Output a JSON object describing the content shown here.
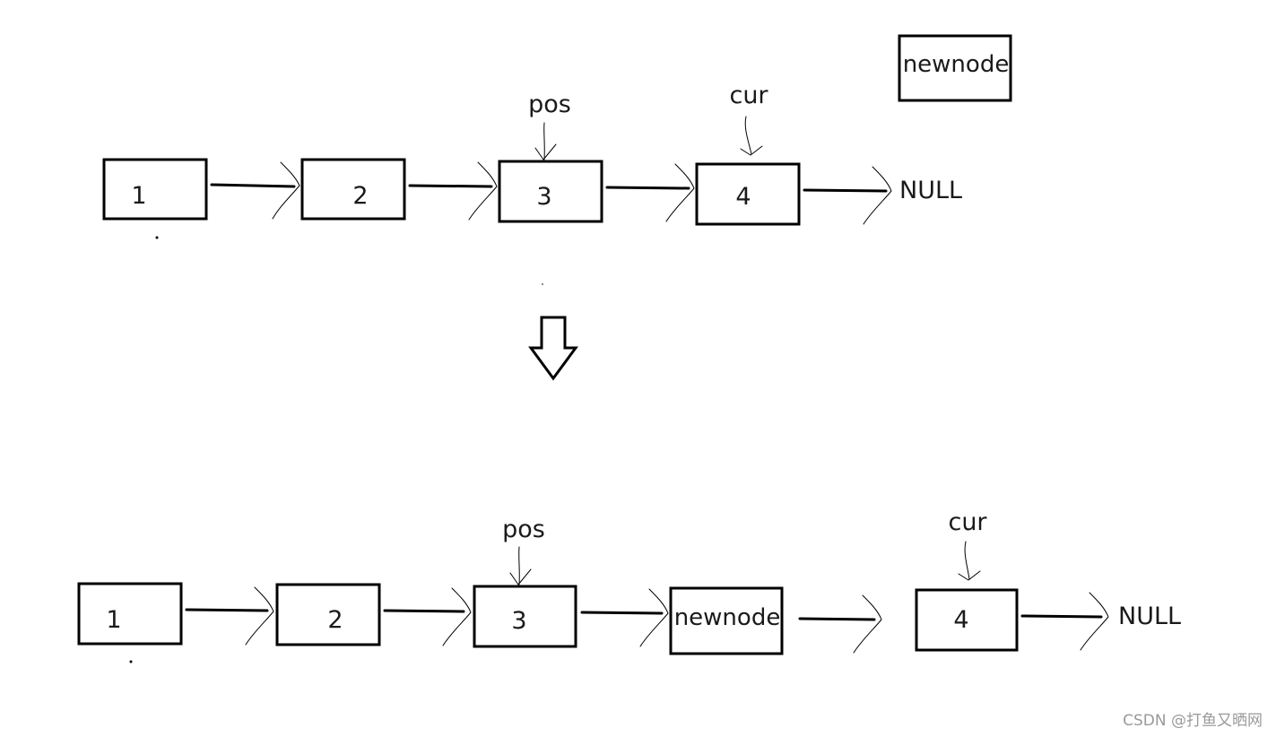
{
  "before": {
    "nodes": [
      "1",
      "2",
      "3",
      "4"
    ],
    "null_label": "NULL",
    "pos_label": "pos",
    "cur_label": "cur",
    "newnode_label": "newnode"
  },
  "after": {
    "nodes": [
      "1",
      "2",
      "3",
      "newnode",
      "4"
    ],
    "null_label": "NULL",
    "pos_label": "pos",
    "cur_label": "cur"
  },
  "watermark": "CSDN @打鱼又晒网"
}
